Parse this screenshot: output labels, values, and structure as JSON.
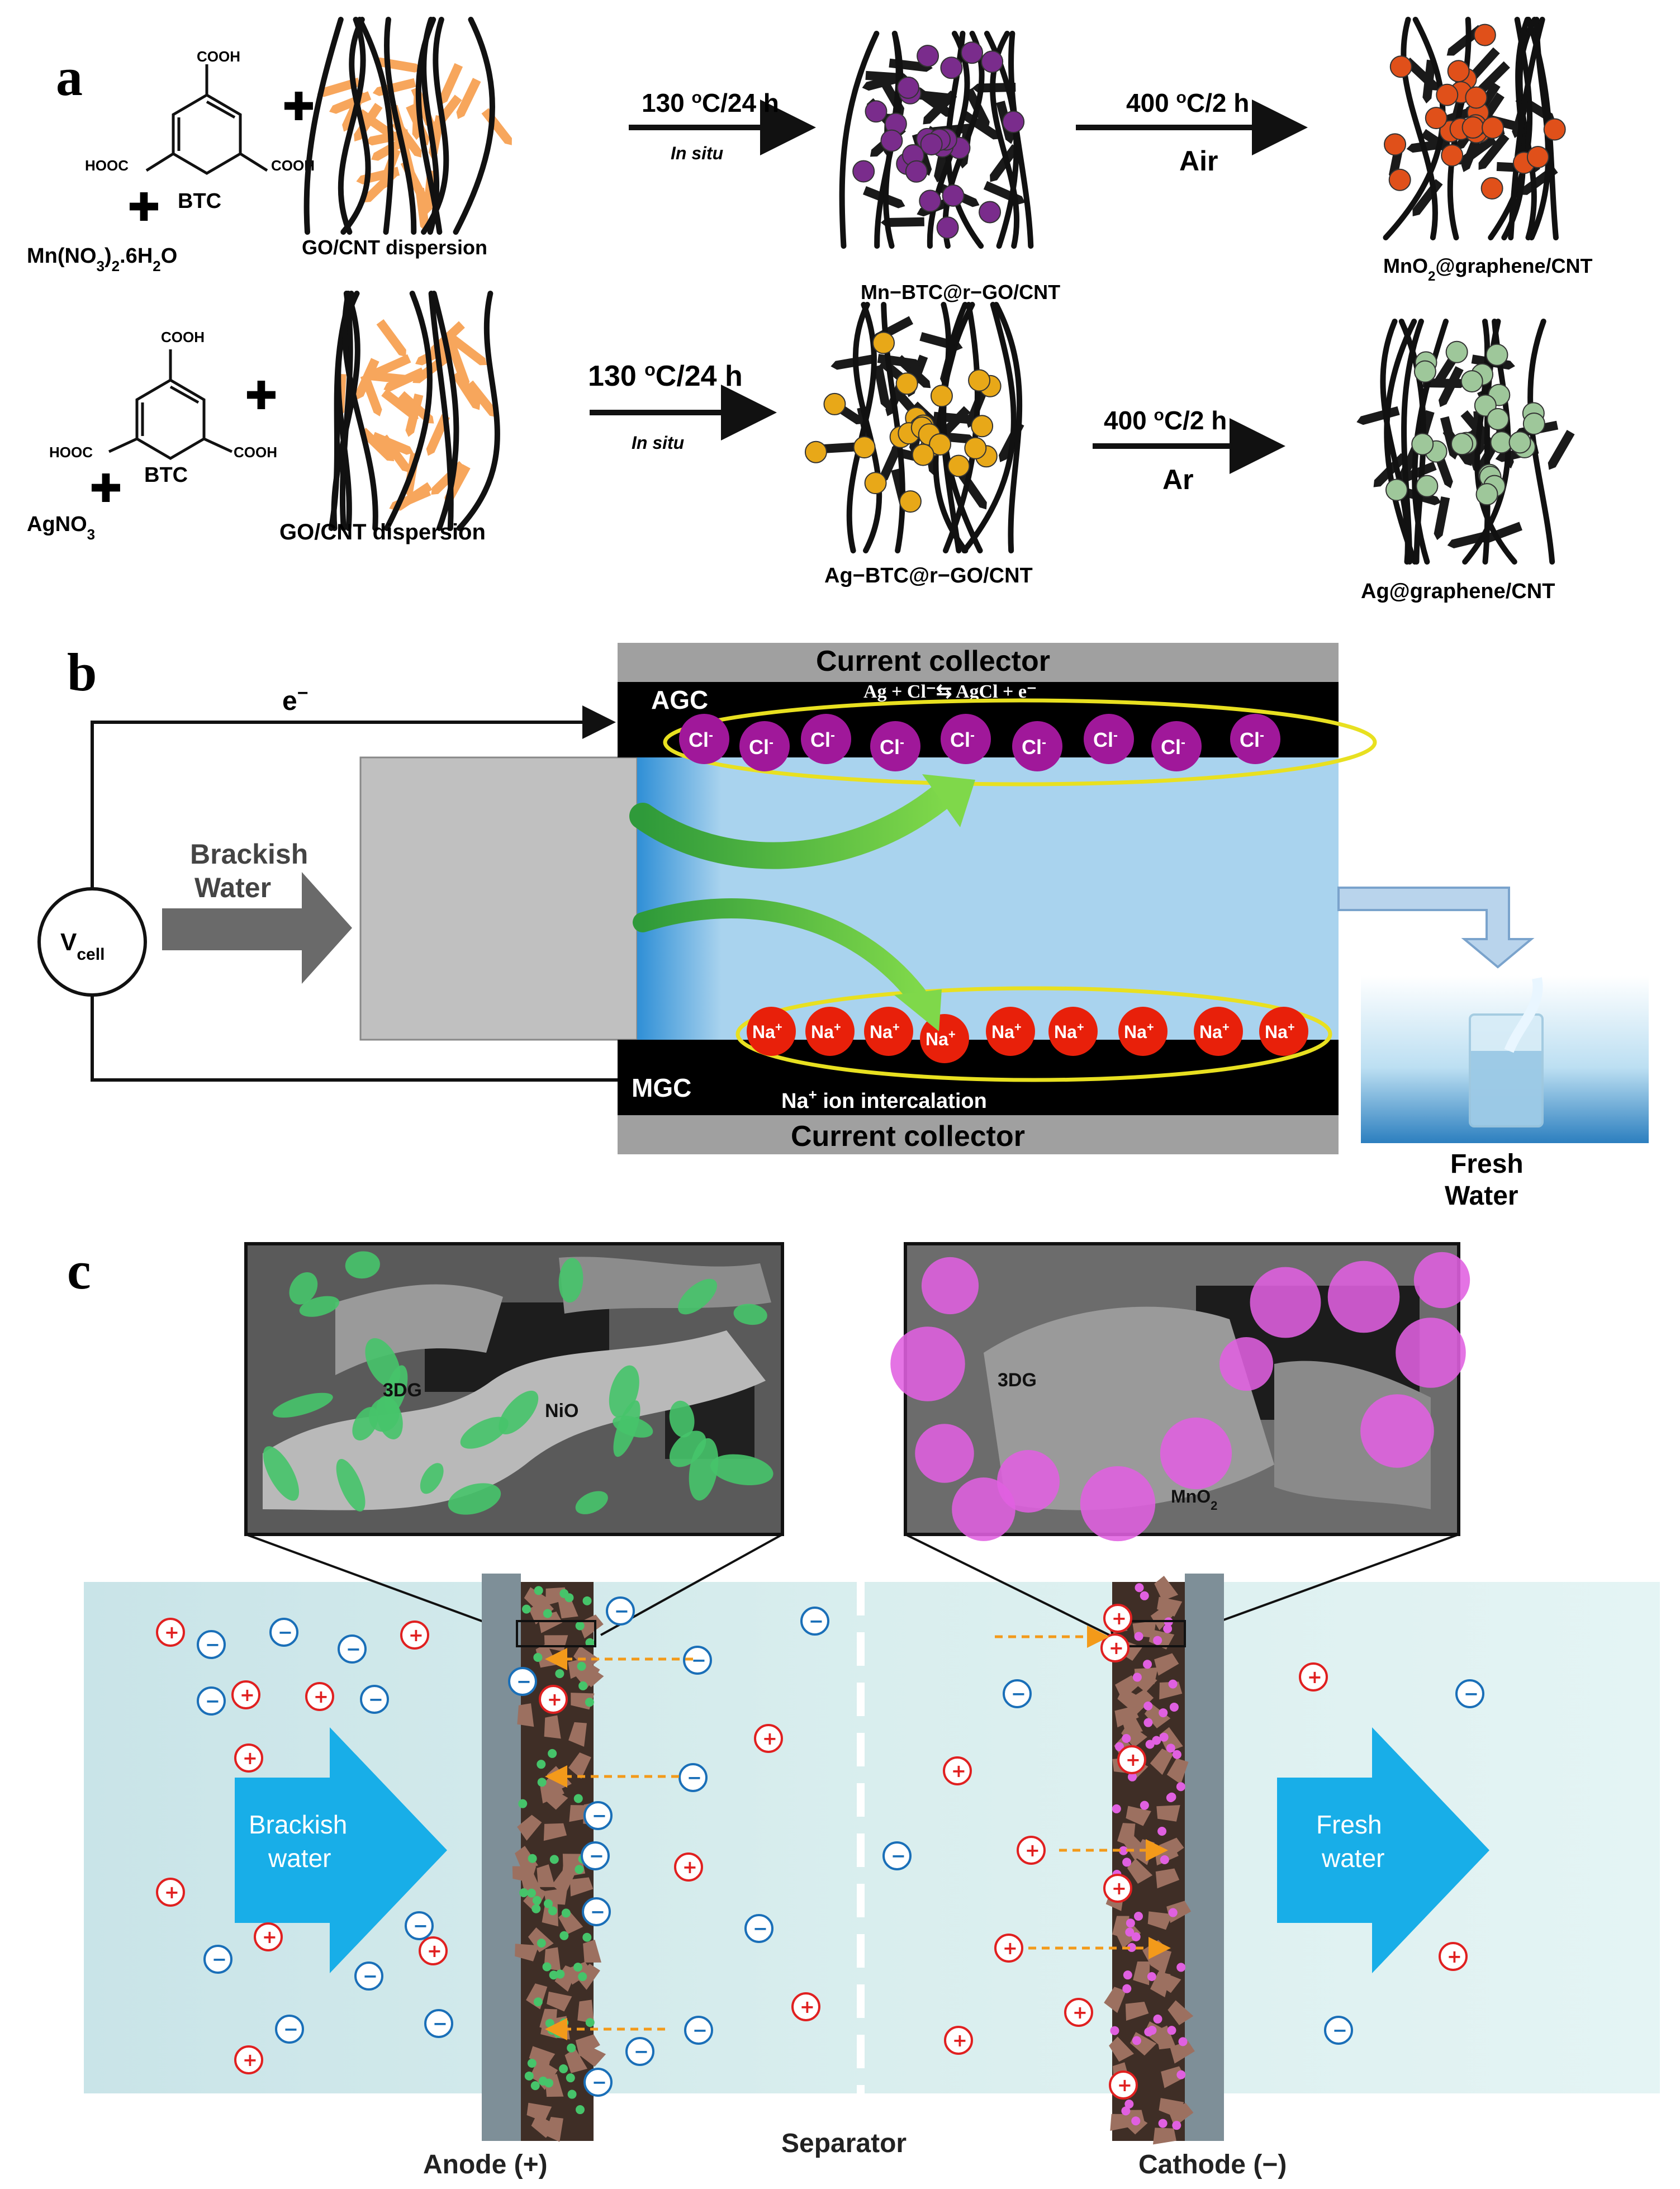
{
  "panel_a": {
    "letter": "a",
    "row1": {
      "btc": "BTC",
      "cooh_top": "COOH",
      "hooc_left": "HOOC",
      "cooh_right": "COOH",
      "salt": "Mn(NO",
      "salt_sub": "3",
      "salt_tail": ")",
      "salt_sub2": "2",
      "salt_end": ".6H",
      "salt_sub3": "2",
      "salt_o": "O",
      "dispersion": "GO/CNT dispersion",
      "step1_temp": "130 ",
      "step1_sup": "o",
      "step1_rest": "C/24 h",
      "step1_note": "In situ",
      "intermediate": "Mn−BTC@r−GO/CNT",
      "step2_temp": "400 ",
      "step2_sup": "o",
      "step2_rest": "C/2 h",
      "step2_atm": "Air",
      "product_pre": "MnO",
      "product_sub": "2",
      "product_post": "@graphene/CNT",
      "particle_color": "#7a2c8c"
    },
    "row2": {
      "btc": "BTC",
      "cooh_top": "COOH",
      "hooc_left": "HOOC",
      "cooh_right": "COOH",
      "salt": "AgNO",
      "salt_sub": "3",
      "dispersion": "GO/CNT dispersion",
      "step1_temp": "130 ",
      "step1_sup": "o",
      "step1_rest": "C/24 h",
      "step1_note": "In situ",
      "intermediate": "Ag−BTC@r−GO/CNT",
      "step2_temp": "400 ",
      "step2_sup": "o",
      "step2_rest": "C/2 h",
      "step2_atm": "Ar",
      "product": "Ag@graphene/CNT",
      "particle_color": "#e8a818"
    },
    "product_particle_colors": [
      "#e0501a",
      "#9ec79a"
    ]
  },
  "panel_b": {
    "letter": "b",
    "current_collector_top": "Current collector",
    "current_collector_bottom": "Current collector",
    "agc": "AGC",
    "mgc": "MGC",
    "reaction": "Ag + Cl⁻⇆ AgCl + e⁻",
    "electron": "e",
    "electron_sup": "−",
    "vcell": "V",
    "vcell_sub": "cell",
    "inflow_line1": "Brackish",
    "inflow_line2": "Water",
    "cl_ion": "Cl",
    "cl_sup": "-",
    "na_ion": "Na",
    "na_sup": "+",
    "intercalation_pre": "Na",
    "intercalation_sup": "+",
    "intercalation_post": " ion intercalation",
    "outflow_line1": "Fresh",
    "outflow_line2": "Water",
    "colors": {
      "cl": "#a0189a",
      "na": "#e8200a",
      "ellipse": "#e8e020",
      "channel": "#a9d3ee"
    }
  },
  "panel_c": {
    "letter": "c",
    "sem_left_labels": [
      "3DG",
      "NiO"
    ],
    "sem_right_labels": [
      "3DG",
      "MnO"
    ],
    "sem_right_sub": "2",
    "inflow_line1": "Brackish",
    "inflow_line2": "water",
    "outflow_line1": "Fresh",
    "outflow_line2": "water",
    "anode": "Anode (+)",
    "separator": "Separator",
    "cathode": "Cathode (−)",
    "cation_symbol": "+",
    "anion_symbol": "−",
    "colors": {
      "cation": "#e02020",
      "anion": "#1a6fb8",
      "arrow": "#18aee8",
      "nio": "#46c46a",
      "mno2": "#e060e0"
    }
  }
}
